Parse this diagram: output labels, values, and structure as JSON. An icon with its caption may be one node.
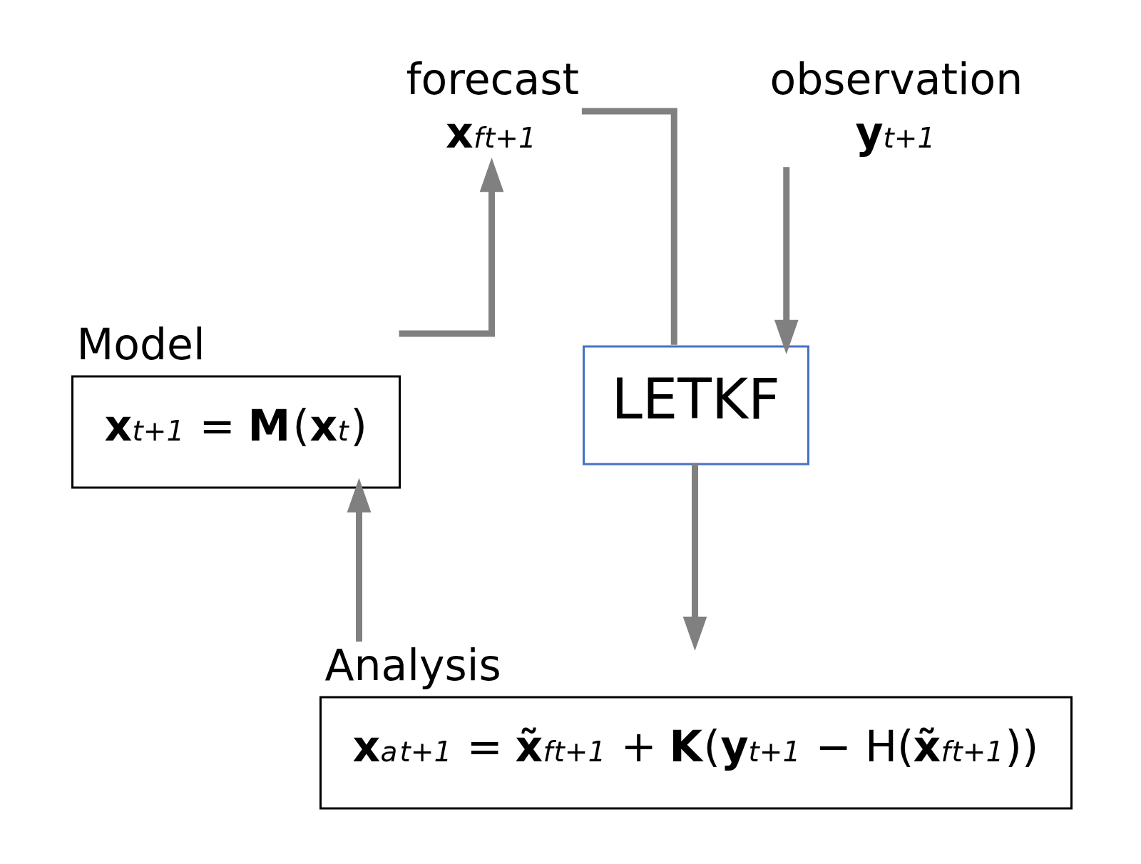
{
  "diagram": {
    "nodes": [
      {
        "text": [
          "forecast",
          "**x**$^{f}$$_{t+1}$"
        ]
      },
      {
        "text": [
          "observation",
          "**y**$_{t+1}$"
        ]
      },
      {
        "text": [
          "Model",
          "**x**$_{t+1}$ = **M**(**x**$_{t}$)"
        ]
      },
      {
        "text": [
          "LETKF"
        ]
      },
      {
        "text": [
          "Analysis",
          "**x**$^{a}$$_{t+1}$ = **x̃**$^{f}$$_{t+1}$ + **K**(**y**$_{t+1}$ − H(**x̃**$^{f}$$_{t+1}$))"
        ]
      }
    ],
    "edges": [
      {
        "from": 2,
        "to": 0,
        "arrow": "to"
      },
      {
        "from": 0,
        "to": 3,
        "arrow": "none"
      },
      {
        "from": 3,
        "to": 4,
        "arrow": "to"
      },
      {
        "from": 1,
        "to": 3,
        "arrow": "to"
      },
      {
        "from": 4,
        "to": 2,
        "arrow": "to"
      }
    ]
  }
}
